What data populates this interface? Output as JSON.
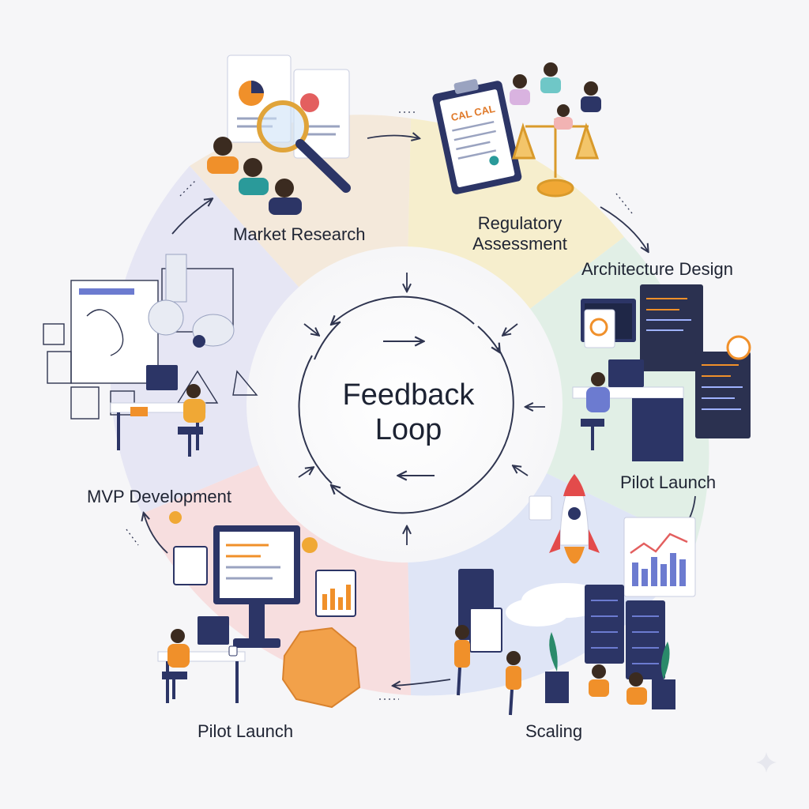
{
  "center": {
    "line1": "Feedback",
    "line2": "Loop"
  },
  "stages": [
    {
      "id": "market-research",
      "label": "Market Research",
      "color": "#f3e6d6"
    },
    {
      "id": "regulatory-assessment",
      "label_line1": "Regulatory",
      "label_line2": "Assessment",
      "color": "#f6ecc6"
    },
    {
      "id": "architecture-design",
      "label": "Architecture Design",
      "color": "#dfeee3"
    },
    {
      "id": "pilot-launch-right",
      "label": "Pilot Launch",
      "color": "#dfeee3"
    },
    {
      "id": "scaling",
      "label": "Scaling",
      "color": "#dde3f5"
    },
    {
      "id": "pilot-launch-left",
      "label": "Pilot Launch",
      "color": "#f7dcdc"
    },
    {
      "id": "mvp-development",
      "label": "MVP Development",
      "color": "#e2e2f2"
    }
  ],
  "colors": {
    "ring": "#2f3550",
    "accent_orange": "#f0902a",
    "navy": "#2c3566",
    "background": "#f6f6f8"
  }
}
